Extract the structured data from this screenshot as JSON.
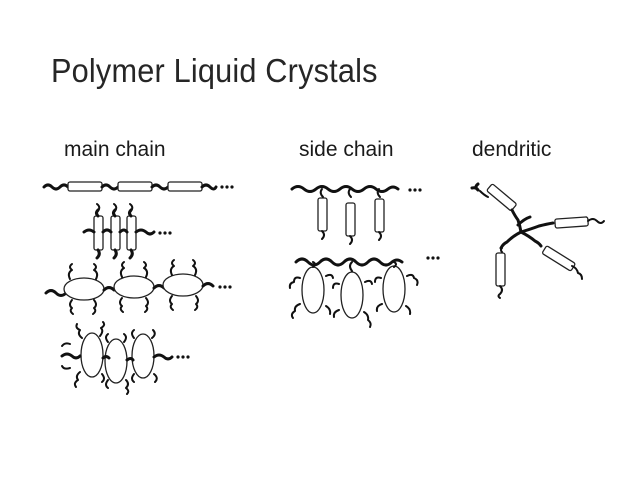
{
  "slide": {
    "title": "Polymer Liquid Crystals"
  },
  "labels": {
    "main_chain": "main chain",
    "side_chain": "side chain",
    "dendritic": "dendritic"
  },
  "colors": {
    "text": "#262626",
    "ink": "#111111",
    "background": "#ffffff"
  }
}
